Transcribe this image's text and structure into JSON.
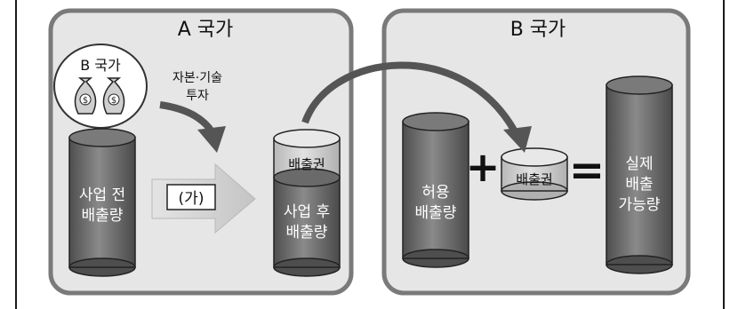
{
  "country_a": {
    "title": "A 국가",
    "investor_label": "B 국가",
    "investment_label_line1": "자본·기술",
    "investment_label_line2": "투자",
    "before_line1": "사업 전",
    "before_line2": "배출량",
    "arrow_label": "(가)",
    "credit_label": "배출권",
    "after_line1": "사업 후",
    "after_line2": "배출량"
  },
  "country_b": {
    "title": "B 국가",
    "allowed_line1": "허용",
    "allowed_line2": "배출량",
    "plus_sign": "+",
    "credit_label": "배출권",
    "equals_sign": "=",
    "actual_line1": "실제",
    "actual_line2": "배출",
    "actual_line3": "가능량"
  },
  "colors": {
    "panel_fill": "#e6e6e6",
    "panel_border": "#7a7a7a",
    "cylinder_dark": "#6e6e6e",
    "cylinder_light": "#cfcfcf",
    "arrow_dark": "#555555"
  }
}
